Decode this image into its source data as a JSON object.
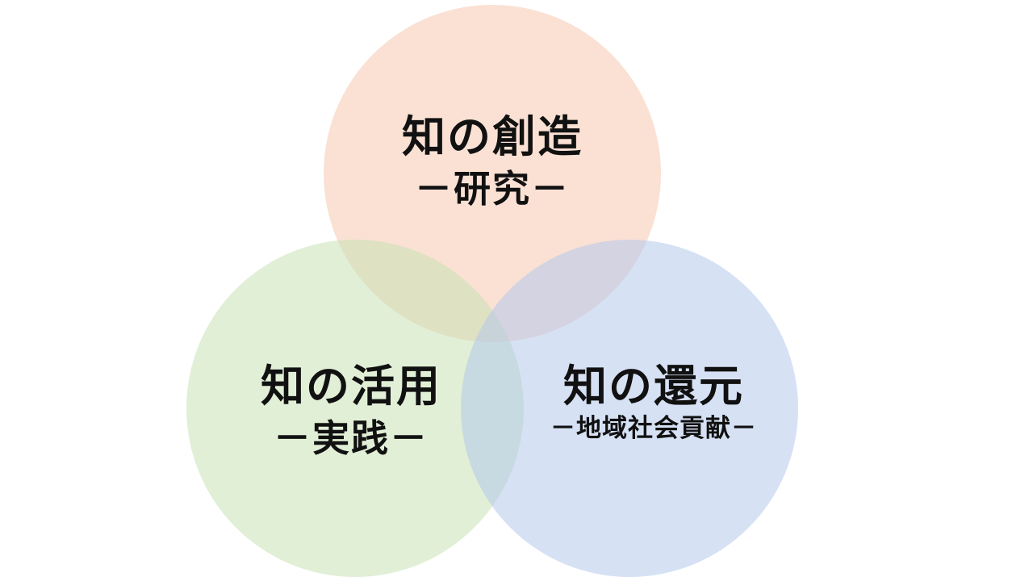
{
  "colors": {
    "top_circle": "#f6c9b0",
    "left_circle": "#c9e2b4",
    "right_circle": "#b5c8eb",
    "text": "#111111",
    "background": "#ffffff"
  },
  "circles": [
    {
      "id": "top",
      "title": "知の創造",
      "subtitle": "－研究－"
    },
    {
      "id": "left",
      "title": "知の活用",
      "subtitle": "－実践－"
    },
    {
      "id": "right",
      "title": "知の還元",
      "subtitle": "－地域社会貢献－"
    }
  ]
}
